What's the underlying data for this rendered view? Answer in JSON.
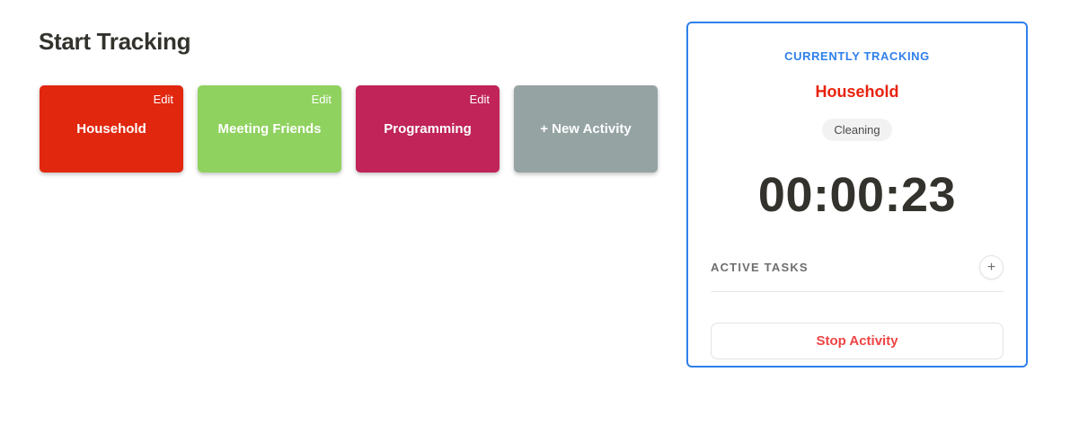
{
  "page": {
    "title": "Start Tracking"
  },
  "activities": [
    {
      "label": "Household",
      "edit_label": "Edit",
      "color": "#e1270e"
    },
    {
      "label": "Meeting Friends",
      "edit_label": "Edit",
      "color": "#8fd25f"
    },
    {
      "label": "Programming",
      "edit_label": "Edit",
      "color": "#c02459"
    }
  ],
  "new_activity": {
    "label": "+ New Activity",
    "color": "#95a3a3"
  },
  "tracking_panel": {
    "header_label": "CURRENTLY TRACKING",
    "activity_name": "Household",
    "task_badge": "Cleaning",
    "timer": "00:00:23",
    "active_tasks_label": "ACTIVE TASKS",
    "add_task_icon": "+",
    "stop_button_label": "Stop Activity",
    "colors": {
      "panel_border": "#2f80ed",
      "header_text": "#2f80ed",
      "activity_text": "#e8220d",
      "timer_text": "#33322c",
      "badge_background": "#f2f2f2",
      "badge_text": "#4a4a4a",
      "stop_button_text": "#ef4444"
    }
  }
}
